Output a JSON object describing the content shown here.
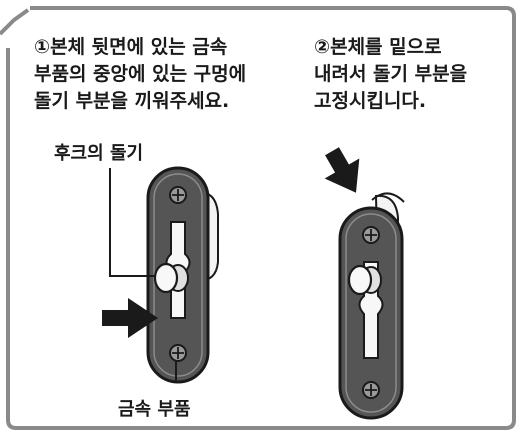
{
  "step1": {
    "lines": [
      "①본체 뒷면에 있는 금속",
      "부품의 중앙에 있는 구멍에",
      "돌기 부분을 끼워주세요."
    ]
  },
  "step2": {
    "lines": [
      "②본체를 밑으로",
      "내려서 돌기 부분을",
      "고정시킵니다."
    ]
  },
  "labels": {
    "hook_protrusion": "후크의 돌기",
    "metal_part": "금속 부품"
  },
  "colors": {
    "border": "#8a8a8a",
    "plate": "#555555",
    "plate_edge": "#2a2a2a",
    "hook": "#f3f3f3",
    "arrow": "#1a1a1a"
  }
}
